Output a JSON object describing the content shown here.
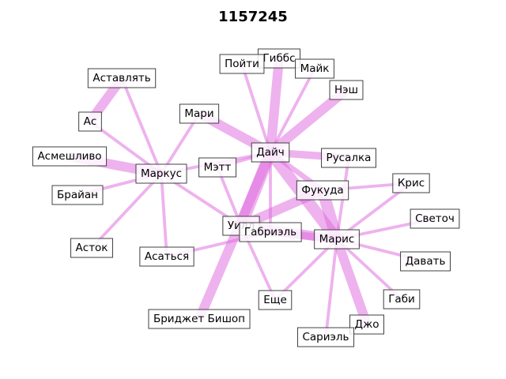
{
  "title": "1157245",
  "edge_color": "#dd66dd",
  "nodes": [
    {
      "id": "gibbs",
      "label": "Гиббс"
    },
    {
      "id": "poiti",
      "label": "Пойти"
    },
    {
      "id": "maik",
      "label": "Майк"
    },
    {
      "id": "nesh",
      "label": "Нэш"
    },
    {
      "id": "astavlyat",
      "label": "Аставлять"
    },
    {
      "id": "as",
      "label": "Ас"
    },
    {
      "id": "mari",
      "label": "Мари"
    },
    {
      "id": "daich",
      "label": "Дайч"
    },
    {
      "id": "rusalka",
      "label": "Русалка"
    },
    {
      "id": "asmeshlivo",
      "label": "Асмешливо"
    },
    {
      "id": "markus",
      "label": "Маркус"
    },
    {
      "id": "mett",
      "label": "Мэтт"
    },
    {
      "id": "kris",
      "label": "Крис"
    },
    {
      "id": "fukuda",
      "label": "Фукуда"
    },
    {
      "id": "braian",
      "label": "Брайан"
    },
    {
      "id": "svetoch",
      "label": "Светоч"
    },
    {
      "id": "uill",
      "label": "Уилл"
    },
    {
      "id": "gabriel",
      "label": "Габриэль"
    },
    {
      "id": "maris",
      "label": "Марис"
    },
    {
      "id": "astok",
      "label": "Асток"
    },
    {
      "id": "asatsya",
      "label": "Асаться"
    },
    {
      "id": "davat",
      "label": "Давать"
    },
    {
      "id": "eshe",
      "label": "Еще"
    },
    {
      "id": "gabi",
      "label": "Габи"
    },
    {
      "id": "bridget",
      "label": "Бриджет Бишоп"
    },
    {
      "id": "dzho",
      "label": "Джо"
    },
    {
      "id": "sariel",
      "label": "Сариэль"
    }
  ],
  "edges": [
    {
      "source": "daich",
      "target": "gibbs",
      "weight": 4
    },
    {
      "source": "daich",
      "target": "poiti",
      "weight": 1
    },
    {
      "source": "daich",
      "target": "maik",
      "weight": 1
    },
    {
      "source": "daich",
      "target": "nesh",
      "weight": 4
    },
    {
      "source": "daich",
      "target": "mari",
      "weight": 4
    },
    {
      "source": "daich",
      "target": "rusalka",
      "weight": 3
    },
    {
      "source": "daich",
      "target": "markus",
      "weight": 1
    },
    {
      "source": "daich",
      "target": "mett",
      "weight": 1
    },
    {
      "source": "daich",
      "target": "fukuda",
      "weight": 2
    },
    {
      "source": "daich",
      "target": "uill",
      "weight": 5
    },
    {
      "source": "daich",
      "target": "gabriel",
      "weight": 1
    },
    {
      "source": "daich",
      "target": "maris",
      "weight": 5
    },
    {
      "source": "daich",
      "target": "bridget",
      "weight": 4
    },
    {
      "source": "markus",
      "target": "astavlyat",
      "weight": 1
    },
    {
      "source": "markus",
      "target": "as",
      "weight": 1
    },
    {
      "source": "markus",
      "target": "mari",
      "weight": 1
    },
    {
      "source": "markus",
      "target": "asmeshlivo",
      "weight": 4
    },
    {
      "source": "markus",
      "target": "braian",
      "weight": 1
    },
    {
      "source": "markus",
      "target": "astok",
      "weight": 1
    },
    {
      "source": "markus",
      "target": "asatsya",
      "weight": 1
    },
    {
      "source": "markus",
      "target": "uill",
      "weight": 1
    },
    {
      "source": "as",
      "target": "astavlyat",
      "weight": 4
    },
    {
      "source": "mett",
      "target": "uill",
      "weight": 1
    },
    {
      "source": "uill",
      "target": "fukuda",
      "weight": 4
    },
    {
      "source": "uill",
      "target": "gabriel",
      "weight": 2
    },
    {
      "source": "uill",
      "target": "maris",
      "weight": 4
    },
    {
      "source": "uill",
      "target": "eshe",
      "weight": 1
    },
    {
      "source": "gabriel",
      "target": "asatsya",
      "weight": 1
    },
    {
      "source": "maris",
      "target": "rusalka",
      "weight": 1
    },
    {
      "source": "maris",
      "target": "fukuda",
      "weight": 5
    },
    {
      "source": "maris",
      "target": "kris",
      "weight": 1
    },
    {
      "source": "maris",
      "target": "svetoch",
      "weight": 1
    },
    {
      "source": "maris",
      "target": "davat",
      "weight": 1
    },
    {
      "source": "maris",
      "target": "gabi",
      "weight": 1
    },
    {
      "source": "maris",
      "target": "dzho",
      "weight": 4
    },
    {
      "source": "maris",
      "target": "sariel",
      "weight": 1
    },
    {
      "source": "maris",
      "target": "eshe",
      "weight": 1
    },
    {
      "source": "maris",
      "target": "gabriel",
      "weight": 3
    },
    {
      "source": "fukuda",
      "target": "kris",
      "weight": 1
    }
  ]
}
